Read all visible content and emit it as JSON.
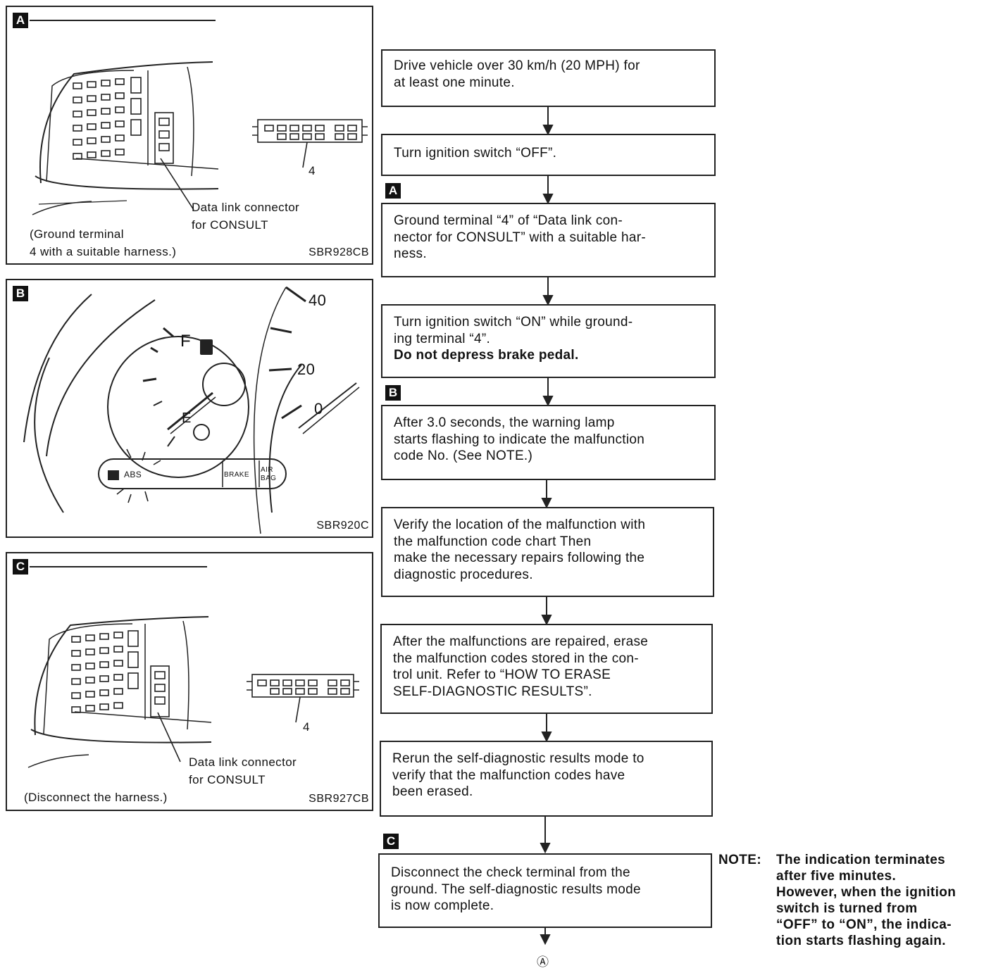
{
  "figures": [
    {
      "tag": "A",
      "callout": [
        "Data link connector",
        "for CONSULT"
      ],
      "note": [
        "(Ground terminal",
        "4 with a suitable harness.)"
      ],
      "pin_label": "4",
      "code": "SBR928CB"
    },
    {
      "tag": "B",
      "gauge_labels": {
        "full": "F",
        "empty": "E",
        "speed_40": "40",
        "speed_20": "20",
        "speed_0": "0"
      },
      "warning_lamps": [
        "ABS",
        "BRAKE",
        "AIR BAG"
      ],
      "code": "SBR920C"
    },
    {
      "tag": "C",
      "callout": [
        "Data link connector",
        "for CONSULT"
      ],
      "note": [
        "(Disconnect the harness.)"
      ],
      "pin_label": "4",
      "code": "SBR927CB"
    }
  ],
  "flowchart": {
    "steps": [
      {
        "tag": "",
        "lines": [
          {
            "text": "Drive vehicle over 30 km/h (20 MPH) for"
          },
          {
            "text": "at least one minute."
          }
        ]
      },
      {
        "tag": "",
        "lines": [
          {
            "text": "Turn ignition switch “OFF”."
          }
        ]
      },
      {
        "tag": "A",
        "lines": [
          {
            "text": "Ground terminal “4” of “Data link con-"
          },
          {
            "text": "nector for CONSULT” with a suitable har-"
          },
          {
            "text": "ness."
          }
        ]
      },
      {
        "tag": "",
        "lines": [
          {
            "text": "Turn ignition switch “ON” while ground-"
          },
          {
            "text": "ing terminal “4”."
          },
          {
            "text": "Do not depress brake pedal.",
            "bold": true
          }
        ]
      },
      {
        "tag": "B",
        "lines": [
          {
            "text": "After 3.0 seconds, the warning lamp"
          },
          {
            "text": "starts flashing to indicate the malfunction"
          },
          {
            "text": "code No. (See NOTE.)"
          }
        ]
      },
      {
        "tag": "",
        "lines": [
          {
            "text": "Verify the location of the malfunction with"
          },
          {
            "text": "the malfunction code chart Then"
          },
          {
            "text": "make the necessary repairs following the"
          },
          {
            "text": "diagnostic procedures."
          }
        ]
      },
      {
        "tag": "",
        "lines": [
          {
            "text": "After the malfunctions are repaired, erase"
          },
          {
            "text": "the malfunction codes stored in the con-"
          },
          {
            "text": "trol unit. Refer to “HOW TO ERASE"
          },
          {
            "text": "SELF-DIAGNOSTIC RESULTS”."
          }
        ]
      },
      {
        "tag": "",
        "lines": [
          {
            "text": "Rerun the self-diagnostic results mode to"
          },
          {
            "text": "verify that the malfunction codes have"
          },
          {
            "text": "been erased."
          }
        ]
      },
      {
        "tag": "C",
        "lines": [
          {
            "text": "Disconnect the check terminal from the"
          },
          {
            "text": "ground. The self-diagnostic results mode"
          },
          {
            "text": "is now complete."
          }
        ]
      }
    ],
    "note": {
      "label": "NOTE:",
      "lines": [
        "The indication terminates",
        "after five minutes.",
        "However, when the ignition",
        "switch is turned from",
        "“OFF” to “ON”, the indica-",
        "tion starts flashing again."
      ]
    },
    "continuation_mark": "Ⓐ"
  }
}
